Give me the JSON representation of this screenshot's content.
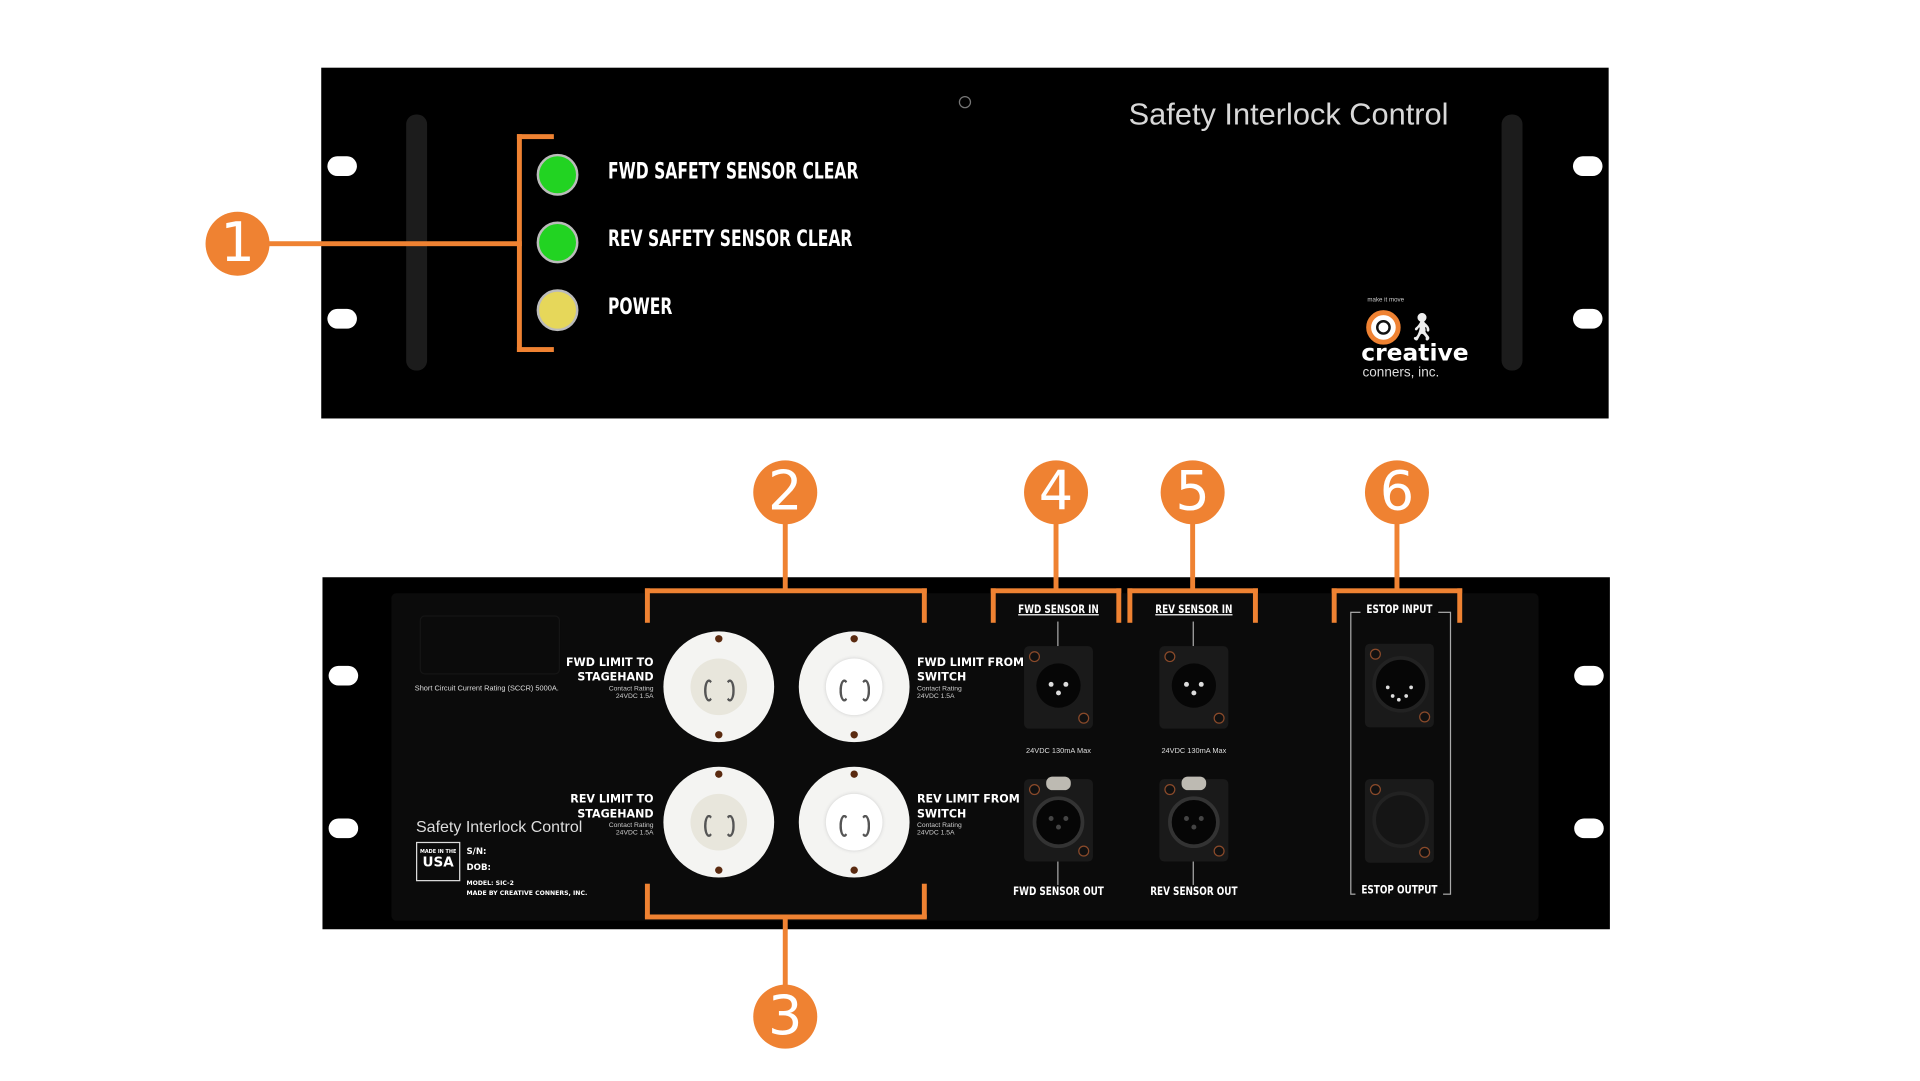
{
  "front_panel": {
    "title": "Safety Interlock Control",
    "indicators": [
      {
        "label": "FWD SAFETY SENSOR CLEAR",
        "color": "#22d322"
      },
      {
        "label": "REV SAFETY SENSOR CLEAR",
        "color": "#22d322"
      },
      {
        "label": "POWER",
        "color": "#e6d75a"
      }
    ],
    "logo": {
      "tagline": "make it move",
      "name": "creative",
      "sub": "conners, inc."
    }
  },
  "callouts": [
    "1",
    "2",
    "3",
    "4",
    "5",
    "6"
  ],
  "rear_panel": {
    "sccr": "Short Circuit Current Rating (SCCR) 5000A.",
    "title": "Safety Interlock Control",
    "made_in": "MADE IN THE",
    "usa": "USA",
    "sn": "S/N:",
    "dob": "DOB:",
    "model": "MODEL: SIC-2",
    "maker": "MADE BY CREATIVE CONNERS, INC.",
    "receptacles": [
      {
        "label1": "FWD LIMIT TO",
        "label2": "STAGEHAND",
        "rating1": "Contact Rating",
        "rating2": "24VDC 1.5A"
      },
      {
        "label1": "FWD LIMIT FROM",
        "label2": "SWITCH",
        "rating1": "Contact Rating",
        "rating2": "24VDC 1.5A"
      },
      {
        "label1": "REV LIMIT TO",
        "label2": "STAGEHAND",
        "rating1": "Contact Rating",
        "rating2": "24VDC 1.5A"
      },
      {
        "label1": "REV LIMIT FROM",
        "label2": "SWITCH",
        "rating1": "Contact Rating",
        "rating2": "24VDC 1.5A"
      }
    ],
    "fwd_sensor": {
      "in": "FWD SENSOR IN",
      "rating": "24VDC 130mA Max",
      "out": "FWD SENSOR OUT"
    },
    "rev_sensor": {
      "in": "REV SENSOR IN",
      "rating": "24VDC 130mA Max",
      "out": "REV SENSOR OUT"
    },
    "estop": {
      "in": "ESTOP INPUT",
      "out": "ESTOP OUTPUT"
    }
  },
  "colors": {
    "accent": "#ef8232",
    "panel": "#000000"
  }
}
